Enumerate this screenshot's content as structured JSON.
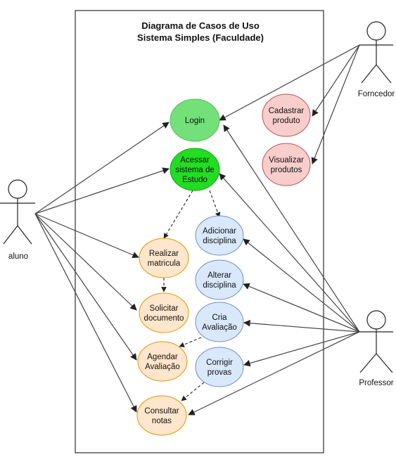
{
  "diagram": {
    "title_line1": "Diagrama de Casos de Uso",
    "title_line2": "Sistema Simples (Faculdade)"
  },
  "actors": {
    "aluno": {
      "label": "aluno"
    },
    "fornecedor": {
      "label": "Forncedor"
    },
    "professor": {
      "label": "Professor"
    }
  },
  "use_cases": {
    "login": {
      "lines": [
        "Login"
      ],
      "fill": "#73e07a",
      "stroke": "#5cb85c"
    },
    "acessar": {
      "lines": [
        "Acessar",
        "sistema de",
        "Estudo"
      ],
      "fill": "#22dd22",
      "stroke": "#1a9e1a"
    },
    "cadastrar": {
      "lines": [
        "Cadastrar",
        "produto"
      ],
      "fill": "#f8cecc",
      "stroke": "#b85450"
    },
    "visualizar": {
      "lines": [
        "Visualizar",
        "produtos"
      ],
      "fill": "#f8cecc",
      "stroke": "#b85450"
    },
    "adicionar": {
      "lines": [
        "Adicionar",
        "disciplina"
      ],
      "fill": "#dae8fc",
      "stroke": "#6c8ebf"
    },
    "alterar": {
      "lines": [
        "Alterar",
        "disciplina"
      ],
      "fill": "#dae8fc",
      "stroke": "#6c8ebf"
    },
    "cria": {
      "lines": [
        "Cria",
        "Avaliação"
      ],
      "fill": "#dae8fc",
      "stroke": "#6c8ebf"
    },
    "corrigir": {
      "lines": [
        "Corrigir",
        "provas"
      ],
      "fill": "#dae8fc",
      "stroke": "#6c8ebf"
    },
    "realizar": {
      "lines": [
        "Realizar",
        "matricula"
      ],
      "fill": "#ffe6cc",
      "stroke": "#d79b00"
    },
    "solicitar": {
      "lines": [
        "Solicitar",
        "documento"
      ],
      "fill": "#ffe6cc",
      "stroke": "#d79b00"
    },
    "agendar": {
      "lines": [
        "Agendar",
        "Avaliação"
      ],
      "fill": "#ffe6cc",
      "stroke": "#d79b00"
    },
    "consultar": {
      "lines": [
        "Consultar",
        "notas"
      ],
      "fill": "#ffe6cc",
      "stroke": "#d79b00"
    }
  }
}
